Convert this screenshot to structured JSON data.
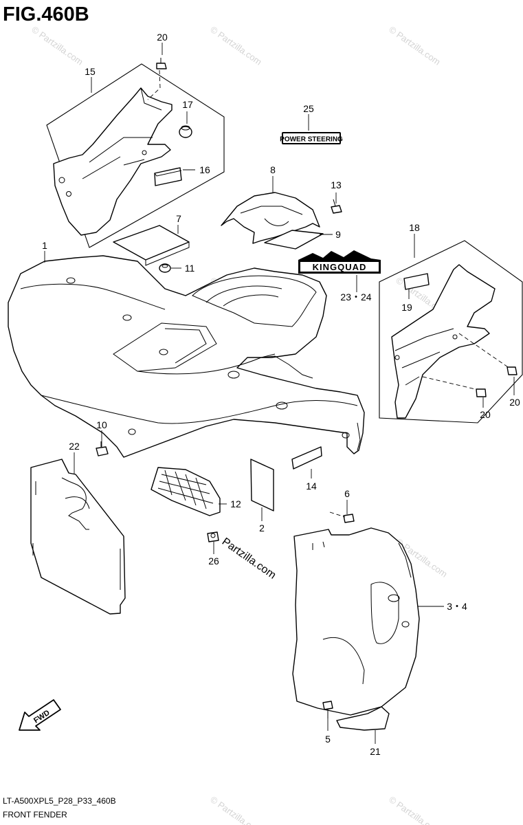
{
  "figure": {
    "title": "FIG.460B",
    "model_code": "LT-A500XPL5_P28_P33_460B",
    "caption": "FRONT FENDER"
  },
  "decals": {
    "power_steering": "POWER STEERING",
    "king_quad": "KINGQUAD"
  },
  "direction_badge": "FWD",
  "watermark_text": "Partzilla.com",
  "callouts": [
    {
      "id": "1",
      "label": "1"
    },
    {
      "id": "2",
      "label": "2"
    },
    {
      "id": "3-4",
      "label": "3・4"
    },
    {
      "id": "5",
      "label": "5"
    },
    {
      "id": "6",
      "label": "6"
    },
    {
      "id": "7",
      "label": "7"
    },
    {
      "id": "8",
      "label": "8"
    },
    {
      "id": "9",
      "label": "9"
    },
    {
      "id": "10",
      "label": "10"
    },
    {
      "id": "11",
      "label": "11"
    },
    {
      "id": "12",
      "label": "12"
    },
    {
      "id": "13",
      "label": "13"
    },
    {
      "id": "14",
      "label": "14"
    },
    {
      "id": "15",
      "label": "15"
    },
    {
      "id": "16",
      "label": "16"
    },
    {
      "id": "17",
      "label": "17"
    },
    {
      "id": "18",
      "label": "18"
    },
    {
      "id": "19",
      "label": "19"
    },
    {
      "id": "20a",
      "label": "20"
    },
    {
      "id": "20b",
      "label": "20"
    },
    {
      "id": "20c",
      "label": "20"
    },
    {
      "id": "21",
      "label": "21"
    },
    {
      "id": "22",
      "label": "22"
    },
    {
      "id": "23-24",
      "label": "23・24"
    },
    {
      "id": "25",
      "label": "25"
    },
    {
      "id": "26",
      "label": "26"
    }
  ]
}
